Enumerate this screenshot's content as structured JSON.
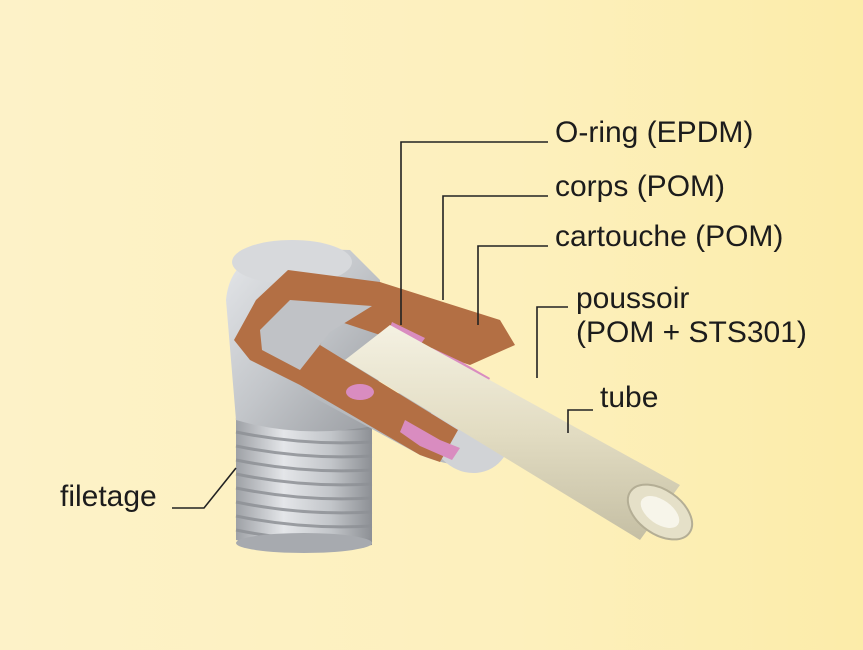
{
  "labels": {
    "oring": "O-ring (EPDM)",
    "corps": "corps (POM)",
    "cartouche": "cartouche (POM)",
    "poussoir_line1": "poussoir",
    "poussoir_line2": "(POM + STS301)",
    "tube": "tube",
    "filetage": "filetage"
  },
  "colors": {
    "background": "#fdf0bd",
    "body_gray": "#c9cbcf",
    "cutaway_brown": "#b36f44",
    "seal_pink": "#d98cc0",
    "tube_cream": "#e8e3cc",
    "leader_line": "#222222"
  }
}
